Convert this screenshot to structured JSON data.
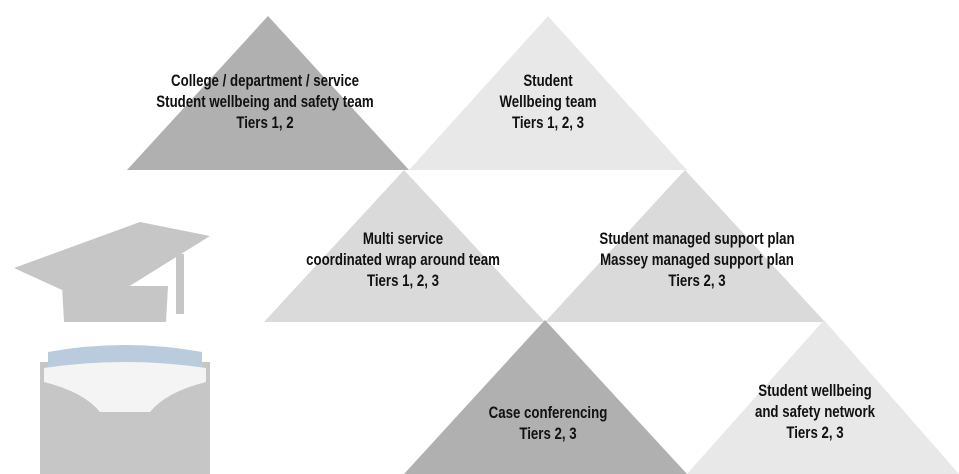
{
  "colors": {
    "triangle_dark": "#b0b0b0",
    "triangle_medium": "#dadada",
    "triangle_light": "#e8e8e8",
    "graduate_figure": "#c6c6c6",
    "graduate_collar": "#b9cbdd",
    "graduate_hood": "#f4f4f4",
    "text": "#111111"
  },
  "icons": {
    "graduate": "graduate-figure-icon"
  },
  "triangles": [
    {
      "id": "college",
      "shade": "dark",
      "lines": [
        "College / department / service",
        "Student wellbeing and safety team",
        "Tiers 1, 2"
      ]
    },
    {
      "id": "student-wellbeing",
      "shade": "light",
      "lines": [
        "Student",
        "Wellbeing team",
        "Tiers 1, 2, 3"
      ]
    },
    {
      "id": "multi-service",
      "shade": "medium",
      "lines": [
        "Multi service",
        "coordinated wrap around team",
        "Tiers 1, 2, 3"
      ]
    },
    {
      "id": "support-plan",
      "shade": "medium",
      "lines": [
        "Student managed support plan",
        "Massey managed support plan",
        "Tiers 2, 3"
      ]
    },
    {
      "id": "case-conferencing",
      "shade": "dark",
      "lines": [
        "Case conferencing",
        "Tiers 2, 3"
      ]
    },
    {
      "id": "safety-network",
      "shade": "light",
      "lines": [
        "Student wellbeing",
        "and safety network",
        "Tiers 2, 3"
      ]
    }
  ]
}
